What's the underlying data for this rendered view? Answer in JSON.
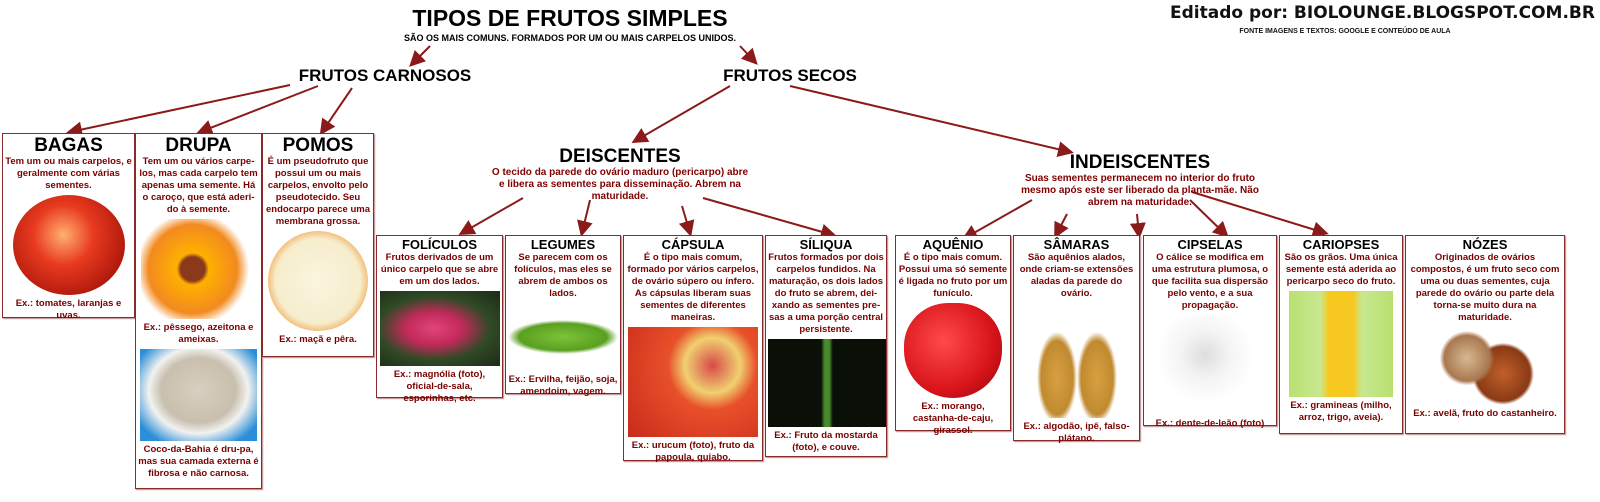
{
  "title": "TIPOS DE FRUTOS SIMPLES",
  "subtitle": "SÃO OS MAIS COMUNS. FORMADOS POR UM OU MAIS CARPELOS UNIDOS.",
  "credit": "Editado por: BIOLOUNGE.BLOGSPOT.COM.BR",
  "source": "FONTE IMAGENS E TEXTOS: GOOGLE E CONTEÚDO DE AULA",
  "arrow_color": "#8b1a1a",
  "carnosos": {
    "title": "FRUTOS CARNOSOS",
    "bagas": {
      "title": "BAGAS",
      "desc": "Tem um ou mais carpelos, e geralmente com várias sementes.",
      "example": "Ex.: tomates, laranjas e uvas."
    },
    "drupa": {
      "title": "DRUPA",
      "desc": "Tem um ou vários carpe-los, mas cada carpelo tem apenas uma semente. Há o caroço, que está aderi-do à semente.",
      "example": "Ex.: pêssego, azeitona e ameixas.",
      "note": "Coco-da-Bahia é dru-pa, mas sua camada externa é fibrosa e não carnosa."
    },
    "pomos": {
      "title": "POMOS",
      "desc": "É um pseudofruto que possui um ou mais carpelos, envolto pelo pseudotecido. Seu endocarpo parece uma membrana grossa.",
      "example": "Ex.: maçã e pêra."
    }
  },
  "secos": {
    "title": "FRUTOS SECOS",
    "deiscentes": {
      "title": "DEISCENTES",
      "desc": "O tecido da parede do ovário maduro (pericarpo) abre e libera as sementes para disseminação. Abrem na maturidade.",
      "items": [
        {
          "title": "FOLÍCULOS",
          "desc": "Frutos derivados de um único carpelo que se abre em um dos lados.",
          "example": "Ex.: magnólia (foto), oficial-de-sala, esporinhas, etc."
        },
        {
          "title": "LEGUMES",
          "desc": "Se parecem com os folículos, mas eles se abrem de ambos os lados.",
          "example": "Ex.: Ervilha, feijão, soja, amendoim, vagem."
        },
        {
          "title": "CÁPSULA",
          "desc": "É o tipo mais comum, formado por vários carpelos, de ovário súpero ou ínfero. As cápsulas liberam suas sementes de diferentes maneiras.",
          "example": "Ex.: urucum (foto), fruto da papoula, quiabo."
        },
        {
          "title": "SÍLIQUA",
          "desc": "Frutos formados por dois carpelos fundidos. Na maturação, os dois lados do fruto se abrem, dei-xando as sementes pre-sas a uma porção central persistente.",
          "example": "Ex.: Fruto da mostarda (foto),  e couve."
        }
      ]
    },
    "indeiscentes": {
      "title": "INDEISCENTES",
      "desc": "Suas sementes permanecem no interior do fruto mesmo após este ser liberado da planta-mãe. Não abrem na maturidade.",
      "items": [
        {
          "title": "AQUÊNIO",
          "desc": "É o tipo mais comum. Possui uma só semente é ligada no fruto por um funículo.",
          "example": "Ex.: morango, castanha-de-caju, girassol."
        },
        {
          "title": "SÂMARAS",
          "desc": "São aquênios alados, onde criam-se extensões aladas da parede do ovário.",
          "example": "Ex.: algodão, ipê, falso-plátano."
        },
        {
          "title": "CIPSELAS",
          "desc": "O cálice se modifica em uma estrutura plumosa, o que facilita sua dispersão pelo vento, e a sua propagação.",
          "example": "Ex.: dente-de-leão (foto)"
        },
        {
          "title": "CARIOPSES",
          "desc": "São os grãos. Uma única semente está aderida ao pericarpo seco do fruto.",
          "example": "Ex.: gramineas (milho, arroz, trigo, aveia)."
        },
        {
          "title": "NÓZES",
          "desc": "Originados de ovários compostos, é um fruto seco com uma ou duas sementes, cuja parede do ovário ou parte dela torna-se muito dura na maturidade.",
          "example": "Ex.: avelã, fruto do castanheiro."
        }
      ]
    }
  }
}
